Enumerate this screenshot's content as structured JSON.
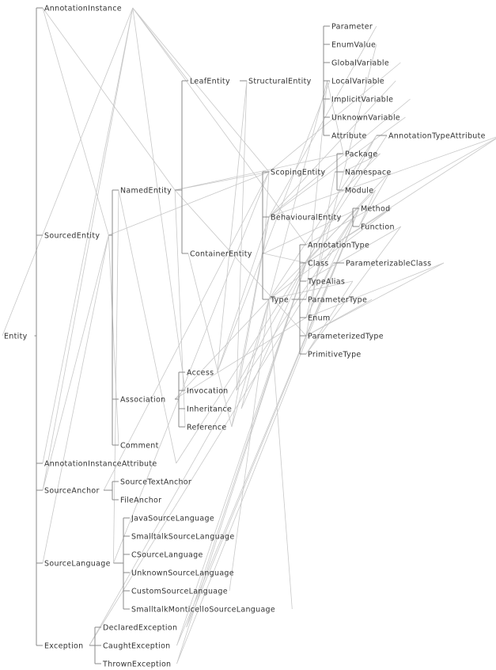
{
  "nodes": [
    {
      "id": "entity",
      "label": "Entity"
    },
    {
      "id": "annotation-instance",
      "label": "AnnotationInstance"
    },
    {
      "id": "sourced-entity",
      "label": "SourcedEntity"
    },
    {
      "id": "annotation-instance-attribute",
      "label": "AnnotationInstanceAttribute"
    },
    {
      "id": "source-anchor",
      "label": "SourceAnchor"
    },
    {
      "id": "source-language",
      "label": "SourceLanguage"
    },
    {
      "id": "exception",
      "label": "Exception"
    },
    {
      "id": "named-entity",
      "label": "NamedEntity"
    },
    {
      "id": "association",
      "label": "Association"
    },
    {
      "id": "comment",
      "label": "Comment"
    },
    {
      "id": "source-text-anchor",
      "label": "SourceTextAnchor"
    },
    {
      "id": "file-anchor",
      "label": "FileAnchor"
    },
    {
      "id": "java-source-language",
      "label": "JavaSourceLanguage"
    },
    {
      "id": "smalltalk-source-language",
      "label": "SmalltalkSourceLanguage"
    },
    {
      "id": "c-source-language",
      "label": "CSourceLanguage"
    },
    {
      "id": "unknown-source-language",
      "label": "UnknownSourceLanguage"
    },
    {
      "id": "custom-source-language",
      "label": "CustomSourceLanguage"
    },
    {
      "id": "smalltalk-monticello-source-language",
      "label": "SmalltalkMonticelloSourceLanguage"
    },
    {
      "id": "declared-exception",
      "label": "DeclaredException"
    },
    {
      "id": "caught-exception",
      "label": "CaughtException"
    },
    {
      "id": "thrown-exception",
      "label": "ThrownException"
    },
    {
      "id": "leaf-entity",
      "label": "LeafEntity"
    },
    {
      "id": "container-entity",
      "label": "ContainerEntity"
    },
    {
      "id": "access",
      "label": "Access"
    },
    {
      "id": "invocation",
      "label": "Invocation"
    },
    {
      "id": "inheritance",
      "label": "Inheritance"
    },
    {
      "id": "reference",
      "label": "Reference"
    },
    {
      "id": "structural-entity",
      "label": "StructuralEntity"
    },
    {
      "id": "scoping-entity",
      "label": "ScopingEntity"
    },
    {
      "id": "behavioural-entity",
      "label": "BehaviouralEntity"
    },
    {
      "id": "type",
      "label": "Type"
    },
    {
      "id": "parameter",
      "label": "Parameter"
    },
    {
      "id": "enum-value",
      "label": "EnumValue"
    },
    {
      "id": "global-variable",
      "label": "GlobalVariable"
    },
    {
      "id": "local-variable",
      "label": "LocalVariable"
    },
    {
      "id": "implicit-variable",
      "label": "ImplicitVariable"
    },
    {
      "id": "unknown-variable",
      "label": "UnknownVariable"
    },
    {
      "id": "attribute",
      "label": "Attribute"
    },
    {
      "id": "annotation-type-attribute",
      "label": "AnnotationTypeAttribute"
    },
    {
      "id": "package",
      "label": "Package"
    },
    {
      "id": "namespace",
      "label": "Namespace"
    },
    {
      "id": "module",
      "label": "Module"
    },
    {
      "id": "method",
      "label": "Method"
    },
    {
      "id": "function",
      "label": "Function"
    },
    {
      "id": "annotation-type",
      "label": "AnnotationType"
    },
    {
      "id": "class",
      "label": "Class"
    },
    {
      "id": "parameterizable-class",
      "label": "ParameterizableClass"
    },
    {
      "id": "type-alias",
      "label": "TypeAlias"
    },
    {
      "id": "parameter-type",
      "label": "ParameterType"
    },
    {
      "id": "enum",
      "label": "Enum"
    },
    {
      "id": "parameterized-type",
      "label": "ParameterizedType"
    },
    {
      "id": "primitive-type",
      "label": "PrimitiveType"
    }
  ],
  "hierarchy": [
    {
      "parent": "entity",
      "children": [
        "annotation-instance",
        "sourced-entity",
        "annotation-instance-attribute",
        "source-anchor",
        "source-language",
        "exception"
      ]
    },
    {
      "parent": "sourced-entity",
      "children": [
        "named-entity",
        "association",
        "comment"
      ]
    },
    {
      "parent": "source-anchor",
      "children": [
        "source-text-anchor",
        "file-anchor"
      ]
    },
    {
      "parent": "source-language",
      "children": [
        "java-source-language",
        "smalltalk-source-language",
        "c-source-language",
        "unknown-source-language",
        "custom-source-language",
        "smalltalk-monticello-source-language"
      ]
    },
    {
      "parent": "exception",
      "children": [
        "declared-exception",
        "caught-exception",
        "thrown-exception"
      ]
    },
    {
      "parent": "named-entity",
      "children": [
        "leaf-entity",
        "container-entity"
      ]
    },
    {
      "parent": "association",
      "children": [
        "access",
        "invocation",
        "inheritance",
        "reference"
      ]
    },
    {
      "parent": "leaf-entity",
      "children": [
        "structural-entity"
      ]
    },
    {
      "parent": "container-entity",
      "children": [
        "scoping-entity",
        "behavioural-entity",
        "type"
      ]
    },
    {
      "parent": "structural-entity",
      "children": [
        "parameter",
        "enum-value",
        "global-variable",
        "local-variable",
        "implicit-variable",
        "unknown-variable",
        "attribute"
      ]
    },
    {
      "parent": "attribute",
      "children": [
        "annotation-type-attribute"
      ]
    },
    {
      "parent": "scoping-entity",
      "children": [
        "package",
        "namespace",
        "module"
      ]
    },
    {
      "parent": "behavioural-entity",
      "children": [
        "method",
        "function"
      ]
    },
    {
      "parent": "type",
      "children": [
        "annotation-type",
        "class",
        "type-alias",
        "parameter-type",
        "enum",
        "parameterized-type",
        "primitive-type"
      ]
    },
    {
      "parent": "class",
      "children": [
        "parameterizable-class"
      ]
    }
  ],
  "associations": [
    [
      "annotation-instance",
      "scoping-entity"
    ],
    [
      "annotation-instance",
      "annotation-type"
    ],
    [
      "annotation-instance",
      "leaf-entity"
    ],
    [
      "annotation-instance",
      "invocation"
    ],
    [
      "annotation-instance",
      "entity"
    ],
    [
      "annotation-instance",
      "source-anchor"
    ],
    [
      "annotation-instance",
      "annotation-instance-attribute"
    ],
    [
      "sourced-entity",
      "source-anchor"
    ],
    [
      "sourced-entity",
      "source-language"
    ],
    [
      "sourced-entity",
      "comment"
    ],
    [
      "sourced-entity",
      "scoping-entity"
    ],
    [
      "sourced-entity",
      "annotation-instance"
    ],
    [
      "annotation-instance-attribute",
      "annotation-type-attribute"
    ],
    [
      "annotation-instance-attribute",
      "named-entity"
    ],
    [
      "source-anchor",
      "scoping-entity"
    ],
    [
      "source-language",
      "named-entity"
    ],
    [
      "source-language",
      "scoping-entity"
    ],
    [
      "exception",
      "class"
    ],
    [
      "exception",
      "method"
    ],
    [
      "declared-exception",
      "method"
    ],
    [
      "caught-exception",
      "method"
    ],
    [
      "thrown-exception",
      "method"
    ],
    [
      "declared-exception",
      "class"
    ],
    [
      "caught-exception",
      "class"
    ],
    [
      "thrown-exception",
      "class"
    ],
    [
      "smalltalk-monticello-source-language",
      "type"
    ],
    [
      "custom-source-language",
      "type"
    ],
    [
      "named-entity",
      "scoping-entity"
    ],
    [
      "named-entity",
      "package"
    ],
    [
      "named-entity",
      "parameterized-type"
    ],
    [
      "named-entity",
      "annotation-instance"
    ],
    [
      "named-entity",
      "reference"
    ],
    [
      "container-entity",
      "class"
    ],
    [
      "container-entity",
      "method"
    ],
    [
      "container-entity",
      "scoping-entity"
    ],
    [
      "access",
      "structural-entity"
    ],
    [
      "access",
      "behavioural-entity"
    ],
    [
      "access",
      "local-variable"
    ],
    [
      "invocation",
      "behavioural-entity"
    ],
    [
      "invocation",
      "structural-entity"
    ],
    [
      "invocation",
      "method"
    ],
    [
      "inheritance",
      "type"
    ],
    [
      "inheritance",
      "class"
    ],
    [
      "reference",
      "type"
    ],
    [
      "reference",
      "behavioural-entity"
    ],
    [
      "reference",
      "container-entity"
    ],
    [
      "association",
      "type"
    ],
    [
      "association",
      "enum"
    ],
    [
      "structural-entity",
      "parameter-type"
    ],
    [
      "structural-entity",
      "type"
    ],
    [
      "structural-entity",
      "package"
    ],
    [
      "parameter",
      "behavioural-entity"
    ],
    [
      "global-variable",
      "scoping-entity"
    ],
    [
      "local-variable",
      "behavioural-entity"
    ],
    [
      "implicit-variable",
      "behavioural-entity"
    ],
    [
      "unknown-variable",
      "behavioural-entity"
    ],
    [
      "attribute",
      "class"
    ],
    [
      "attribute",
      "type"
    ],
    [
      "enum-value",
      "enum"
    ],
    [
      "annotation-type-attribute",
      "annotation-type"
    ],
    [
      "annotation-type-attribute",
      "class"
    ],
    [
      "annotation-type-attribute",
      "behavioural-entity"
    ],
    [
      "package",
      "module"
    ],
    [
      "package",
      "namespace"
    ],
    [
      "namespace",
      "class"
    ],
    [
      "namespace",
      "function"
    ],
    [
      "module",
      "function"
    ],
    [
      "module",
      "type"
    ],
    [
      "method",
      "class"
    ],
    [
      "method",
      "type"
    ],
    [
      "function",
      "primitive-type"
    ],
    [
      "function",
      "type-alias"
    ],
    [
      "scoping-entity",
      "parameterized-type"
    ],
    [
      "behavioural-entity",
      "enum"
    ],
    [
      "parameterizable-class",
      "parameterized-type"
    ],
    [
      "parameterizable-class",
      "enum"
    ],
    [
      "type-alias",
      "type"
    ],
    [
      "type-alias",
      "primitive-type"
    ],
    [
      "parameter-type",
      "parameterized-type"
    ],
    [
      "class",
      "enum"
    ]
  ]
}
